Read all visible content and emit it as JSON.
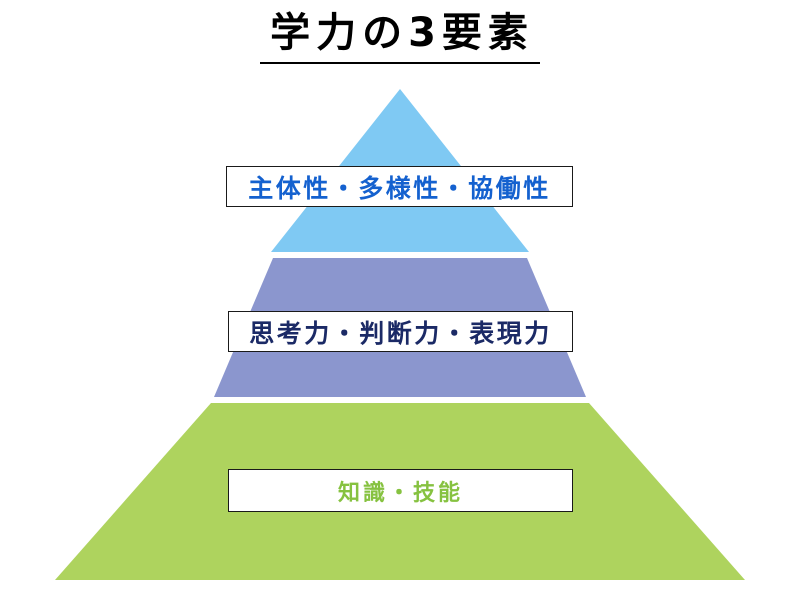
{
  "slide": {
    "title": "学力の3要素",
    "background_color": "#ffffff"
  },
  "pyramid": {
    "apex_label": "pyramid-apex",
    "tiers": [
      {
        "id": "tier-top",
        "label": "主体性・多様性・協働性",
        "fill_color": "#7fc9f3",
        "text_color": "#1461cf"
      },
      {
        "id": "tier-middle",
        "label": "思考力・判断力・表現力",
        "fill_color": "#8b96ce",
        "text_color": "#1b2a66"
      },
      {
        "id": "tier-bottom",
        "label": "知識・技能",
        "fill_color": "#aed35e",
        "text_color": "#86c240"
      }
    ]
  }
}
